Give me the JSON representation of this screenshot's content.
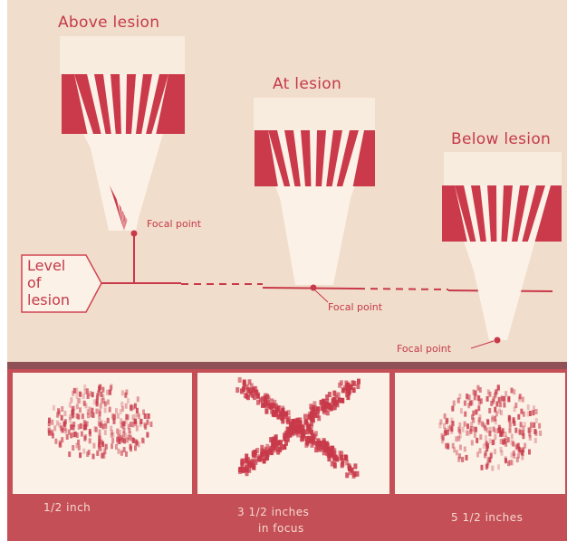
{
  "top_panel": {
    "labels": {
      "above": "Above lesion",
      "at": "At lesion",
      "below": "Below lesion",
      "focal_point_1": "Focal point",
      "focal_point_2": "Focal point",
      "focal_point_3": "Focal point",
      "level_of_lesion": "Level\nof\nlesion"
    }
  },
  "bottom_panel": {
    "captions": {
      "left": "1/2 inch",
      "middle_line1": "3 1/2 inches",
      "middle_line2": "in focus",
      "right": "5 1/2 inches"
    }
  },
  "colors": {
    "background": "#f1ddcb",
    "accent": "#c8394a",
    "bottom_bg": "#c44f57",
    "tile_bg": "#fbf1e6"
  }
}
